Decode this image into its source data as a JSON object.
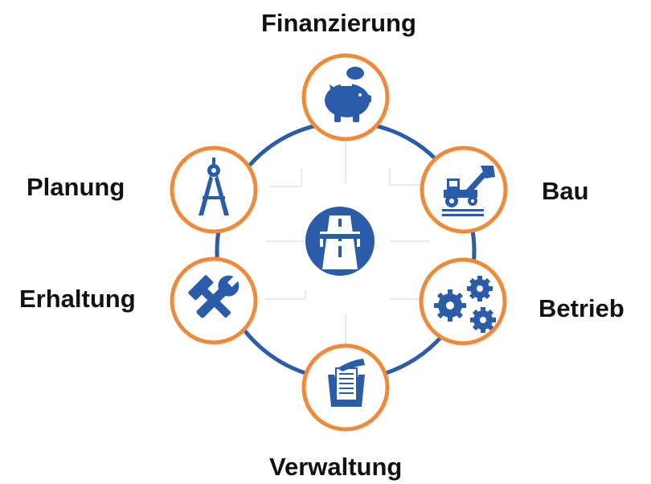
{
  "diagram": {
    "center": {
      "icon": "motorway-icon"
    },
    "nodes": [
      {
        "id": "finanzierung",
        "label": "Finanzierung",
        "icon": "piggy-bank-icon"
      },
      {
        "id": "bau",
        "label": "Bau",
        "icon": "construction-vehicle-icon"
      },
      {
        "id": "betrieb",
        "label": "Betrieb",
        "icon": "gears-icon"
      },
      {
        "id": "verwaltung",
        "label": "Verwaltung",
        "icon": "document-tray-icon"
      },
      {
        "id": "erhaltung",
        "label": "Erhaltung",
        "icon": "wrench-hammer-icon"
      },
      {
        "id": "planung",
        "label": "Planung",
        "icon": "drafting-compass-icon"
      }
    ],
    "colors": {
      "ring": "#2a5caa",
      "node_border": "#ef8a3a",
      "icon": "#2a5caa",
      "center_fill": "#2a5caa",
      "connector": "#e8ecf2",
      "text": "#111111"
    }
  }
}
